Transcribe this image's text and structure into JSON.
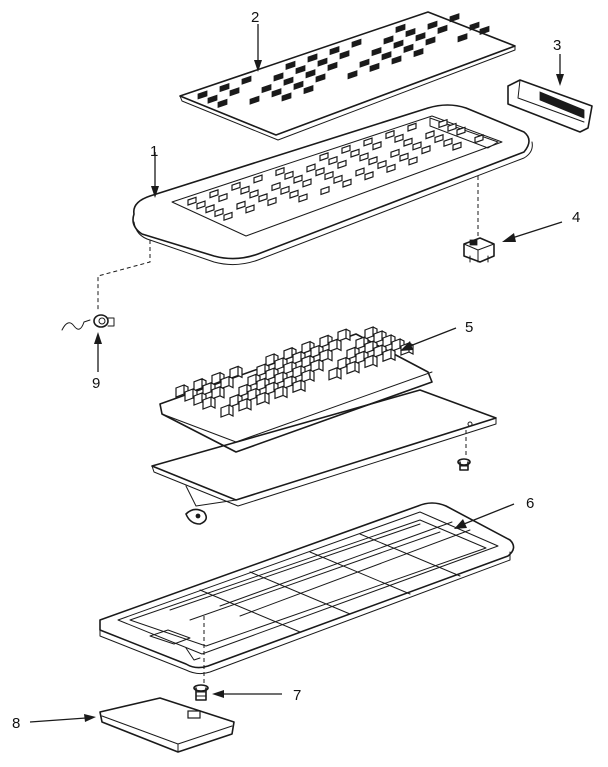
{
  "callouts": [
    {
      "id": "part-1",
      "label": "1"
    },
    {
      "id": "part-2",
      "label": "2"
    },
    {
      "id": "part-3",
      "label": "3"
    },
    {
      "id": "part-4",
      "label": "4"
    },
    {
      "id": "part-5",
      "label": "5"
    },
    {
      "id": "part-6",
      "label": "6"
    },
    {
      "id": "part-7",
      "label": "7"
    },
    {
      "id": "part-8",
      "label": "8"
    },
    {
      "id": "part-9",
      "label": "9"
    }
  ],
  "colors": {
    "line": "#1a1a1a",
    "background": "#ffffff"
  }
}
